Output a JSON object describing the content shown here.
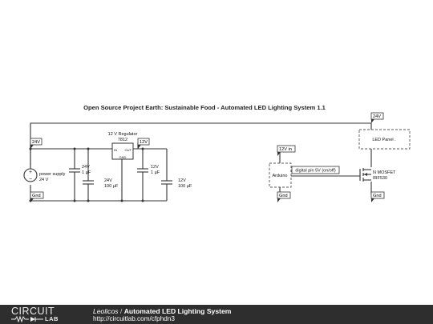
{
  "diagram": {
    "title": "Open Source Project Earth: Sustainable Food - Automated LED Lighting System 1.1",
    "labels": {
      "supply_line1": "power supply",
      "supply_line2": "24 V",
      "cap1_line1": "24V",
      "cap1_line2": "1 µF",
      "cap2_line1": "24V",
      "cap2_line2": "100 µF",
      "cap3_line1": "12V",
      "cap3_line2": "1 µF",
      "cap4_line1": "12V",
      "cap4_line2": "100 µF",
      "regulator_line1": "12 V Regulator",
      "regulator_line2": "7812",
      "reg_in": "IN",
      "reg_out": "OUT",
      "reg_gnd": "GND",
      "arduino": "Arduino",
      "digital_pin": "digital pin 5V (on/off)",
      "led_panel": "LED Panel .",
      "mosfet_line1": "N MOSFET",
      "mosfet_line2": "IRF530"
    },
    "flags": {
      "v24_left": "24V",
      "v12_reg": "12V",
      "v12_in": "12V in",
      "v24_led": "24V",
      "gnd_left": "Gnd",
      "gnd_arduino": "Gnd",
      "gnd_mosfet": "Gnd"
    }
  },
  "footer": {
    "logo_top": "CIRCUIT",
    "logo_bottom": "LAB",
    "author": "Leolicos",
    "separator": " / ",
    "project": "Automated LED Lighting System",
    "url": "http://circuitlab.com/cfphdn3"
  },
  "colors": {
    "footer_background": "#2e2e2e",
    "wire": "#333333",
    "text": "#111111"
  }
}
